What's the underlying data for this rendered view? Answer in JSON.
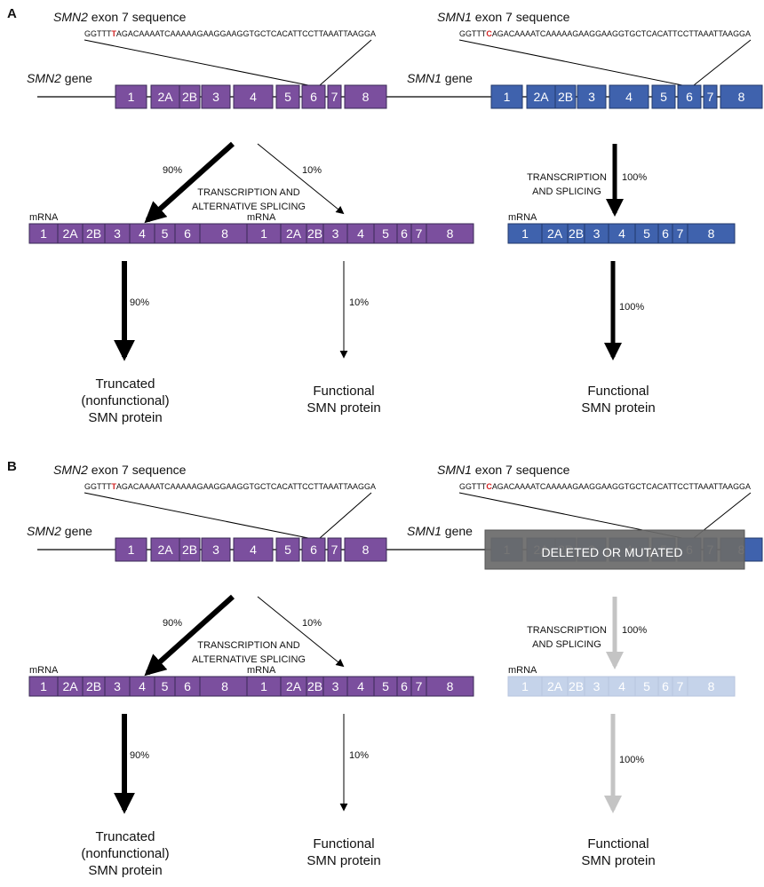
{
  "colors": {
    "smn2": "#7b4f9e",
    "smn1": "#3f62ad",
    "faded_mrna": "#c5d3ea",
    "faded_arrow": "#c4c4c4",
    "faded_text": "#bdbdbd",
    "highlight_t": "#d22222",
    "deleted_box": "#6b6b6b"
  },
  "panels": [
    {
      "letter": "A",
      "smn2_seq_title_gene": "SMN2",
      "smn2_seq_title_rest": " exon 7 sequence",
      "smn2_seq_prefix": "GGTTT",
      "smn2_seq_mut": "T",
      "smn2_seq_suffix": "AGACAAAATCAAAAAGAAGGAAGGTGCTCACATTCCTTAAATTAAGGA",
      "smn1_seq_title_gene": "SMN1",
      "smn1_seq_title_rest": " exon 7 sequence",
      "smn1_seq_prefix": "GGTTT",
      "smn1_seq_mut": "C",
      "smn1_seq_suffix": "AGACAAAATCAAAAAGAAGGAAGGTGCTCACATTCCTTAAATTAAGGA",
      "smn2_gene_italic": "SMN2",
      "smn2_gene_rest": " gene",
      "smn1_gene_italic": "SMN1",
      "smn1_gene_rest": " gene",
      "smn2_exons": [
        "1",
        "2A",
        "2B",
        "3",
        "4",
        "5",
        "6",
        "7",
        "8"
      ],
      "smn1_exons": [
        "1",
        "2A",
        "2B",
        "3",
        "4",
        "5",
        "6",
        "7",
        "8"
      ],
      "pct_left": "90%",
      "pct_right": "10%",
      "pct_smn1": "100%",
      "alt_splicing_line1": "TRANSCRIPTION AND",
      "alt_splicing_line2": "ALTERNATIVE SPLICING",
      "smn1_splicing_line1": "TRANSCRIPTION",
      "smn1_splicing_line2": "AND SPLICING",
      "mrna_label": "mRNA",
      "mrna_left_exons": [
        "1",
        "2A",
        "2B",
        "3",
        "4",
        "5",
        "6",
        "8"
      ],
      "mrna_mid_exons": [
        "1",
        "2A",
        "2B",
        "3",
        "4",
        "5",
        "6",
        "7",
        "8"
      ],
      "mrna_right_exons": [
        "1",
        "2A",
        "2B",
        "3",
        "4",
        "5",
        "6",
        "7",
        "8"
      ],
      "prot_left": [
        "Truncated",
        "(nonfunctional)",
        "SMN protein"
      ],
      "prot_mid": [
        "Functional",
        "SMN protein"
      ],
      "prot_right": [
        "Functional",
        "SMN protein"
      ],
      "deleted_label": ""
    },
    {
      "letter": "B",
      "smn2_seq_title_gene": "SMN2",
      "smn2_seq_title_rest": " exon 7 sequence",
      "smn2_seq_prefix": "GGTTT",
      "smn2_seq_mut": "T",
      "smn2_seq_suffix": "AGACAAAATCAAAAAGAAGGAAGGTGCTCACATTCCTTAAATTAAGGA",
      "smn1_seq_title_gene": "SMN1",
      "smn1_seq_title_rest": " exon 7 sequence",
      "smn1_seq_prefix": "GGTTT",
      "smn1_seq_mut": "C",
      "smn1_seq_suffix": "AGACAAAATCAAAAAGAAGGAAGGTGCTCACATTCCTTAAATTAAGGA",
      "smn2_gene_italic": "SMN2",
      "smn2_gene_rest": " gene",
      "smn1_gene_italic": "SMN1",
      "smn1_gene_rest": " gene",
      "smn2_exons": [
        "1",
        "2A",
        "2B",
        "3",
        "4",
        "5",
        "6",
        "7",
        "8"
      ],
      "smn1_exons": [
        "1",
        "2A",
        "2B",
        "3",
        "4",
        "5",
        "6",
        "7",
        "8"
      ],
      "pct_left": "90%",
      "pct_right": "10%",
      "pct_smn1": "100%",
      "alt_splicing_line1": "TRANSCRIPTION AND",
      "alt_splicing_line2": "ALTERNATIVE SPLICING",
      "smn1_splicing_line1": "TRANSCRIPTION",
      "smn1_splicing_line2": "AND SPLICING",
      "mrna_label": "mRNA",
      "mrna_left_exons": [
        "1",
        "2A",
        "2B",
        "3",
        "4",
        "5",
        "6",
        "8"
      ],
      "mrna_mid_exons": [
        "1",
        "2A",
        "2B",
        "3",
        "4",
        "5",
        "6",
        "7",
        "8"
      ],
      "mrna_right_exons": [
        "1",
        "2A",
        "2B",
        "3",
        "4",
        "5",
        "6",
        "7",
        "8"
      ],
      "prot_left": [
        "Truncated",
        "(nonfunctional)",
        "SMN protein"
      ],
      "prot_mid": [
        "Functional",
        "SMN protein"
      ],
      "prot_right": [
        "Functional",
        "SMN protein"
      ],
      "deleted_label": "DELETED OR MUTATED"
    }
  ]
}
